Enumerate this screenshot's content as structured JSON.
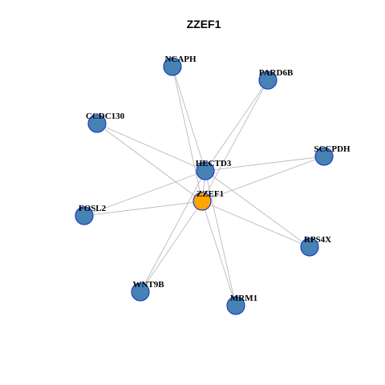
{
  "title": "ZZEF1",
  "colors": {
    "hub_fill": "#FFA500",
    "node_fill": "#4682B4",
    "node_stroke": "#1F3FBF",
    "edge": "#B3B3B3"
  },
  "nodes": [
    {
      "id": "ZZEF1",
      "label": "ZZEF1",
      "hub": true
    },
    {
      "id": "HECTD3",
      "label": "HECTD3"
    },
    {
      "id": "NCAPH",
      "label": "NCAPH"
    },
    {
      "id": "PARD6B",
      "label": "PARD6B"
    },
    {
      "id": "CCDC130",
      "label": "CCDC130"
    },
    {
      "id": "SCCPDH",
      "label": "SCCPDH"
    },
    {
      "id": "FOSL2",
      "label": "FOSL2"
    },
    {
      "id": "RPS4X",
      "label": "RPS4X"
    },
    {
      "id": "WNT9B",
      "label": "WNT9B"
    },
    {
      "id": "MRM1",
      "label": "MRM1"
    }
  ],
  "edges": [
    [
      "ZZEF1",
      "HECTD3"
    ],
    [
      "ZZEF1",
      "NCAPH"
    ],
    [
      "ZZEF1",
      "PARD6B"
    ],
    [
      "ZZEF1",
      "CCDC130"
    ],
    [
      "ZZEF1",
      "SCCPDH"
    ],
    [
      "ZZEF1",
      "FOSL2"
    ],
    [
      "ZZEF1",
      "RPS4X"
    ],
    [
      "ZZEF1",
      "WNT9B"
    ],
    [
      "ZZEF1",
      "MRM1"
    ],
    [
      "HECTD3",
      "NCAPH"
    ],
    [
      "HECTD3",
      "PARD6B"
    ],
    [
      "HECTD3",
      "CCDC130"
    ],
    [
      "HECTD3",
      "SCCPDH"
    ],
    [
      "HECTD3",
      "FOSL2"
    ],
    [
      "HECTD3",
      "RPS4X"
    ],
    [
      "HECTD3",
      "WNT9B"
    ],
    [
      "HECTD3",
      "MRM1"
    ]
  ]
}
